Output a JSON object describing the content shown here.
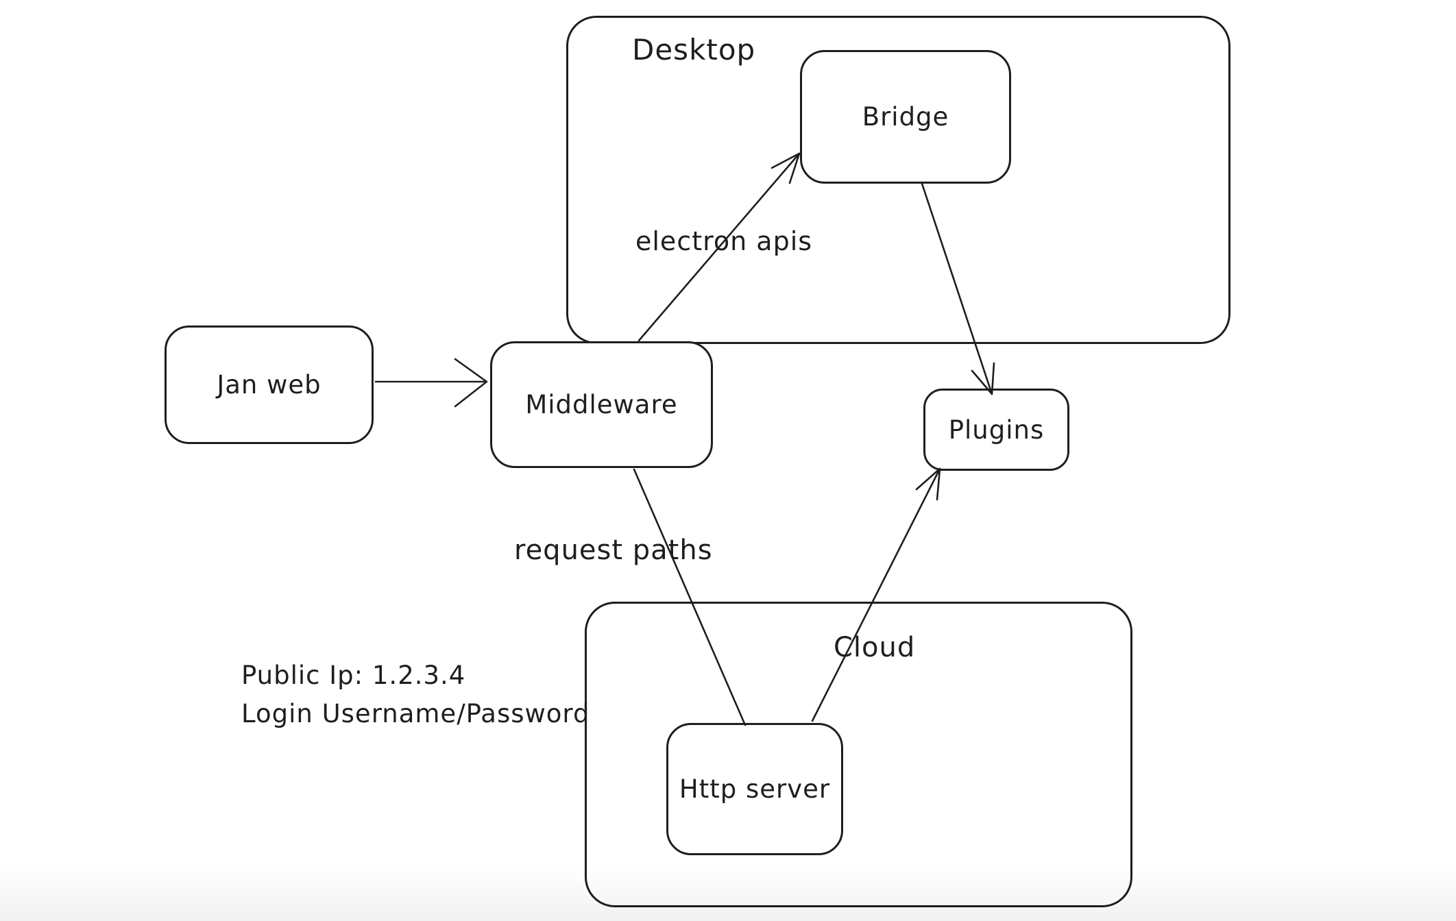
{
  "diagram": {
    "background_color": "#ffffff",
    "stroke_color": "#1e1e1e",
    "containers": {
      "desktop": {
        "label": "Desktop"
      },
      "cloud": {
        "label": "Cloud"
      }
    },
    "nodes": {
      "jan_web": {
        "label": "Jan web"
      },
      "middleware": {
        "label": "Middleware"
      },
      "bridge": {
        "label": "Bridge"
      },
      "plugins": {
        "label": "Plugins"
      },
      "http_server": {
        "label": "Http server"
      }
    },
    "edge_labels": {
      "electron_apis": "electron apis",
      "request_paths": "request paths"
    },
    "edges": [
      {
        "from": "Jan web",
        "to": "Middleware",
        "label": "",
        "arrowhead": "end"
      },
      {
        "from": "Middleware",
        "to": "Bridge",
        "label": "electron apis",
        "arrowhead": "end"
      },
      {
        "from": "Bridge",
        "to": "Plugins",
        "label": "",
        "arrowhead": "end"
      },
      {
        "from": "Middleware",
        "to": "Http server",
        "label": "request paths",
        "arrowhead": "none"
      },
      {
        "from": "Http server",
        "to": "Plugins",
        "label": "",
        "arrowhead": "end"
      }
    ],
    "annotation": {
      "line1": "Public Ip: 1.2.3.4",
      "line2": "Login Username/Password"
    }
  }
}
